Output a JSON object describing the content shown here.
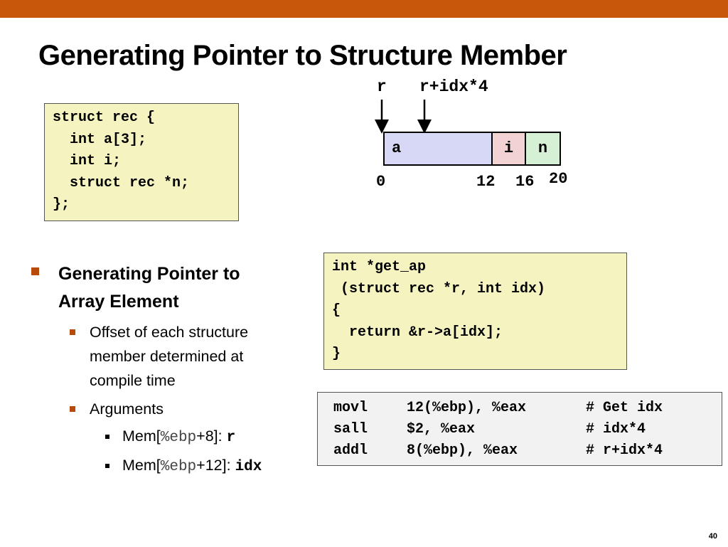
{
  "slide": {
    "title": "Generating Pointer to Structure Member",
    "page_number": "40",
    "accent_color": "#c8570b"
  },
  "struct_code": {
    "lines": [
      "struct rec {",
      "  int a[3];",
      "  int i;",
      "  struct rec *n;",
      "};"
    ]
  },
  "diagram": {
    "pointer_labels": [
      "r",
      "r+idx*4"
    ],
    "fields": [
      {
        "name": "a",
        "color": "#d6d8f5"
      },
      {
        "name": "i",
        "color": "#f2d2d2"
      },
      {
        "name": "n",
        "color": "#d5f0d5"
      }
    ],
    "offsets": [
      "0",
      "12",
      "16",
      "20"
    ]
  },
  "bullets": {
    "main": [
      "Generating Pointer to",
      "Array Element"
    ],
    "sub1": [
      "Offset of each structure",
      "member determined at",
      "compile time"
    ],
    "sub2": "Arguments",
    "args": [
      {
        "prefix": "Mem[",
        "reg": "%ebp",
        "offset": "+8]: ",
        "name": "r"
      },
      {
        "prefix": "Mem[",
        "reg": "%ebp",
        "offset": "+12]: ",
        "name": "idx"
      }
    ]
  },
  "func_code": {
    "lines": [
      "int *get_ap",
      " (struct rec *r, int idx)",
      "{",
      "  return &r->a[idx];",
      "}"
    ]
  },
  "asm": {
    "rows": [
      {
        "op": "movl",
        "args": "12(%ebp), %eax",
        "comment": "# Get idx"
      },
      {
        "op": "sall",
        "args": "$2, %eax",
        "comment": "# idx*4"
      },
      {
        "op": "addl",
        "args": "8(%ebp), %eax",
        "comment": "# r+idx*4"
      }
    ]
  }
}
